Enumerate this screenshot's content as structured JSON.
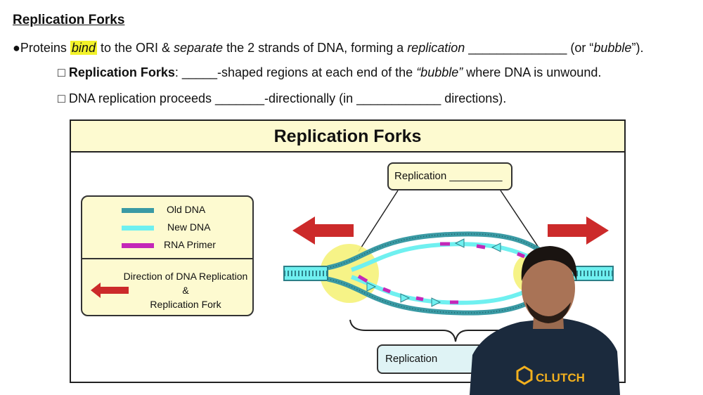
{
  "heading": "Replication Forks",
  "line1": {
    "bullet": "●",
    "pre": "Proteins ",
    "bind": "bind",
    "mid1": " to the ORI & ",
    "separate": "separate",
    "mid2": " the 2 strands of DNA, forming a ",
    "replication": "replication",
    "blank": " ______________ (or “",
    "bubble": "bubble",
    "end": "”)."
  },
  "line2": {
    "box": "□",
    "bold": "Replication Forks",
    "rest1": ": _____-shaped regions at each end of the ",
    "bubble": "“bubble”",
    "rest2": " where DNA is unwound."
  },
  "line3": {
    "box": "□",
    "text": " DNA replication proceeds _______-directionally (in ____________ directions)."
  },
  "diagram": {
    "title": "Replication Forks",
    "legend": {
      "old_dna": "Old DNA",
      "new_dna": "New DNA",
      "rna_primer": "RNA Primer",
      "direction_line1": "Direction of DNA Replication",
      "direction_line2": "&",
      "direction_line3": "Replication Fork"
    },
    "top_box": "Replication _________",
    "bottom_box": "Replication",
    "colors": {
      "old_dna": "#3a9aa4",
      "new_dna": "#6ff0f0",
      "rna_primer": "#c427b8",
      "arrow": "#cc2a2a",
      "fork_highlight": "#f5f27a",
      "title_bg": "#fdfad0"
    }
  },
  "overlay": {
    "logo_text": "CLUTCH"
  }
}
